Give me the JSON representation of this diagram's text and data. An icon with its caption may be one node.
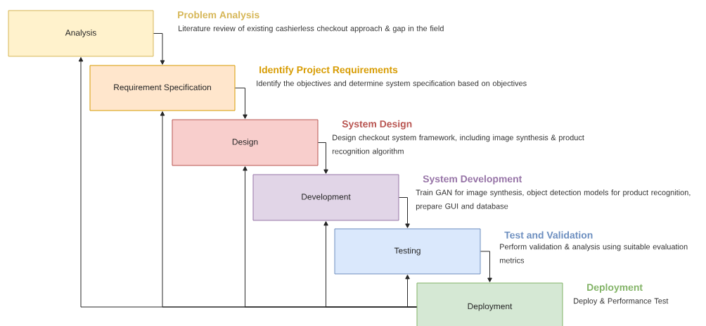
{
  "diagram": {
    "nodes": [
      {
        "text": [
          "Analysis"
        ],
        "beside": [
          "Problem Analysis",
          "Literature review of existing cashierless checkout approach & gap in the field"
        ]
      },
      {
        "text": [
          "Requirement Specification"
        ],
        "beside": [
          "Identify Project Requirements",
          "Identify the objectives and determine system specification based on objectives"
        ]
      },
      {
        "text": [
          "Design"
        ],
        "beside": [
          "System Design",
          "Design checkout system framework, including image synthesis & product recognition algorithm"
        ]
      },
      {
        "text": [
          "Development"
        ],
        "beside": [
          "System Development",
          "Train GAN for image synthesis, object detection models for product recognition, prepare GUI and database"
        ]
      },
      {
        "text": [
          "Testing"
        ],
        "beside": [
          "Test and Validation",
          "Perform validation & analysis using suitable evaluation metrics"
        ]
      },
      {
        "text": [
          "Deployment"
        ],
        "beside": [
          "Deployment",
          "Deploy & Performance Test"
        ]
      }
    ],
    "edges": [
      {
        "from": 0,
        "to": 1,
        "arrow": "to"
      },
      {
        "from": 1,
        "to": 2,
        "arrow": "to"
      },
      {
        "from": 2,
        "to": 3,
        "arrow": "to"
      },
      {
        "from": 3,
        "to": 4,
        "arrow": "to"
      },
      {
        "from": 4,
        "to": 5,
        "arrow": "to"
      },
      {
        "from": 5,
        "to": 4,
        "arrow": "to"
      },
      {
        "from": 5,
        "to": 3,
        "arrow": "to"
      },
      {
        "from": 5,
        "to": 2,
        "arrow": "to"
      },
      {
        "from": 5,
        "to": 1,
        "arrow": "to"
      },
      {
        "from": 5,
        "to": 0,
        "arrow": "to"
      }
    ]
  }
}
